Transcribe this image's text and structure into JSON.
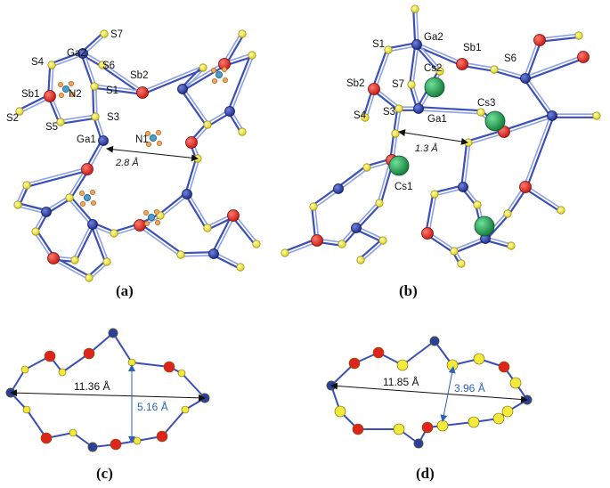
{
  "colors": {
    "bond": "#3a4fb8",
    "bond_light": "#8fa0e6",
    "ga": "#2a3f9e",
    "s": "#f2e93a",
    "s_edge": "#9c9410",
    "sb": "#e0231c",
    "cs": "#1e9a4a",
    "n": "#4a9ec8",
    "h": "#f0a860",
    "blue_text": "#2e62b8"
  },
  "panel_a": {
    "caption": "(a)",
    "labels": [
      "S7",
      "Ga2",
      "S4",
      "S6",
      "Sb2",
      "N2",
      "S1",
      "Sb1",
      "S2",
      "S5",
      "S3",
      "Ga1",
      "N1"
    ],
    "distance": "2.8 Å"
  },
  "panel_b": {
    "caption": "(b)",
    "labels": [
      "S1",
      "Ga2",
      "Sb1",
      "S6",
      "Cs2",
      "Sb2",
      "S7",
      "Cs3",
      "S4",
      "S3",
      "Ga1",
      "Cs1"
    ],
    "distance": "1.3 Å"
  },
  "panel_c": {
    "caption": "(c)",
    "long_axis": "11.36 Å",
    "short_axis": "5.16 Å"
  },
  "panel_d": {
    "caption": "(d)",
    "long_axis": "11.85 Å",
    "short_axis": "3.96 Å"
  }
}
